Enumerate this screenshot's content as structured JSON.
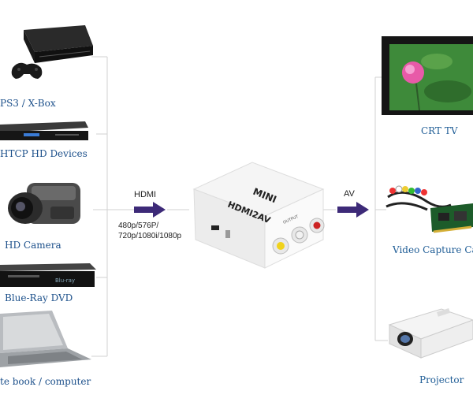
{
  "left_devices": [
    {
      "label": "PS3 / X-Box",
      "icon": "game-console-icon"
    },
    {
      "label": "HTCP HD Devices",
      "icon": "media-player-icon"
    },
    {
      "label": "HD Camera",
      "icon": "camcorder-icon"
    },
    {
      "label": "Blue-Ray DVD",
      "icon": "bluray-player-icon"
    },
    {
      "label": "te book / computer",
      "icon": "laptop-icon"
    }
  ],
  "input": {
    "title": "HDMI",
    "resolutions": [
      "480p/576P/",
      "720p/1080i/1080p"
    ]
  },
  "converter": {
    "label_top": "MINI",
    "label_model": "HDMI2AV",
    "label_small": "OUTPUT"
  },
  "output": {
    "title": "AV"
  },
  "right_devices": [
    {
      "label": "CRT TV",
      "icon": "crt-tv-icon"
    },
    {
      "label": "Video Capture Ca",
      "icon": "capture-card-icon"
    },
    {
      "label": "Projector",
      "icon": "projector-icon"
    }
  ],
  "colors": {
    "arrow": "#3d2a78",
    "label": "#1b4f8a",
    "line": "#cfcfcf"
  }
}
